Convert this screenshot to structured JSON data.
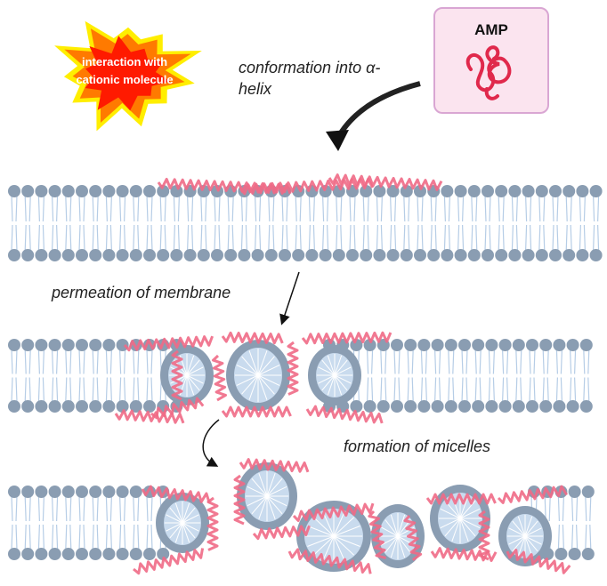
{
  "burst": {
    "text": "interaction with cationic molecule",
    "colors": {
      "outer": "#ffee00",
      "mid": "#ff7a00",
      "inner": "#ff1a00"
    }
  },
  "amp": {
    "title": "AMP"
  },
  "labels": {
    "conformation": "conformation into α-helix",
    "permeation": "permeation of membrane",
    "micelles": "formation of micelles"
  },
  "colors": {
    "head": "#8a9db2",
    "tail": "#b6cde6",
    "helix": "#f06a86",
    "core": "#c9dbee"
  }
}
